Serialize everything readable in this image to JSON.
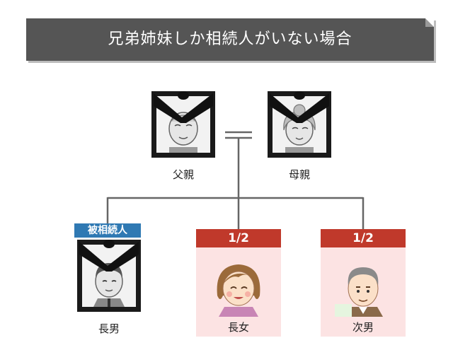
{
  "title": "兄弟姉妹しか相続人がいない場合",
  "colors": {
    "title_bg": "#555555",
    "line": "#666666",
    "badge_blue": "#2f79b3",
    "badge_red": "#c0392b",
    "card_bg": "#fce3e3"
  },
  "people": {
    "father": {
      "label": "父親",
      "status": "deceased",
      "icon": "elderly-man-portrait"
    },
    "mother": {
      "label": "母親",
      "status": "deceased",
      "icon": "elderly-woman-portrait"
    },
    "eldest_son": {
      "label": "長男",
      "badge": "被相続人",
      "status": "deceased",
      "icon": "middle-aged-man-portrait"
    },
    "eldest_daughter": {
      "label": "長女",
      "share": "1/2",
      "icon": "woman-portrait"
    },
    "second_son": {
      "label": "次男",
      "share": "1/2",
      "icon": "man-portrait"
    }
  }
}
